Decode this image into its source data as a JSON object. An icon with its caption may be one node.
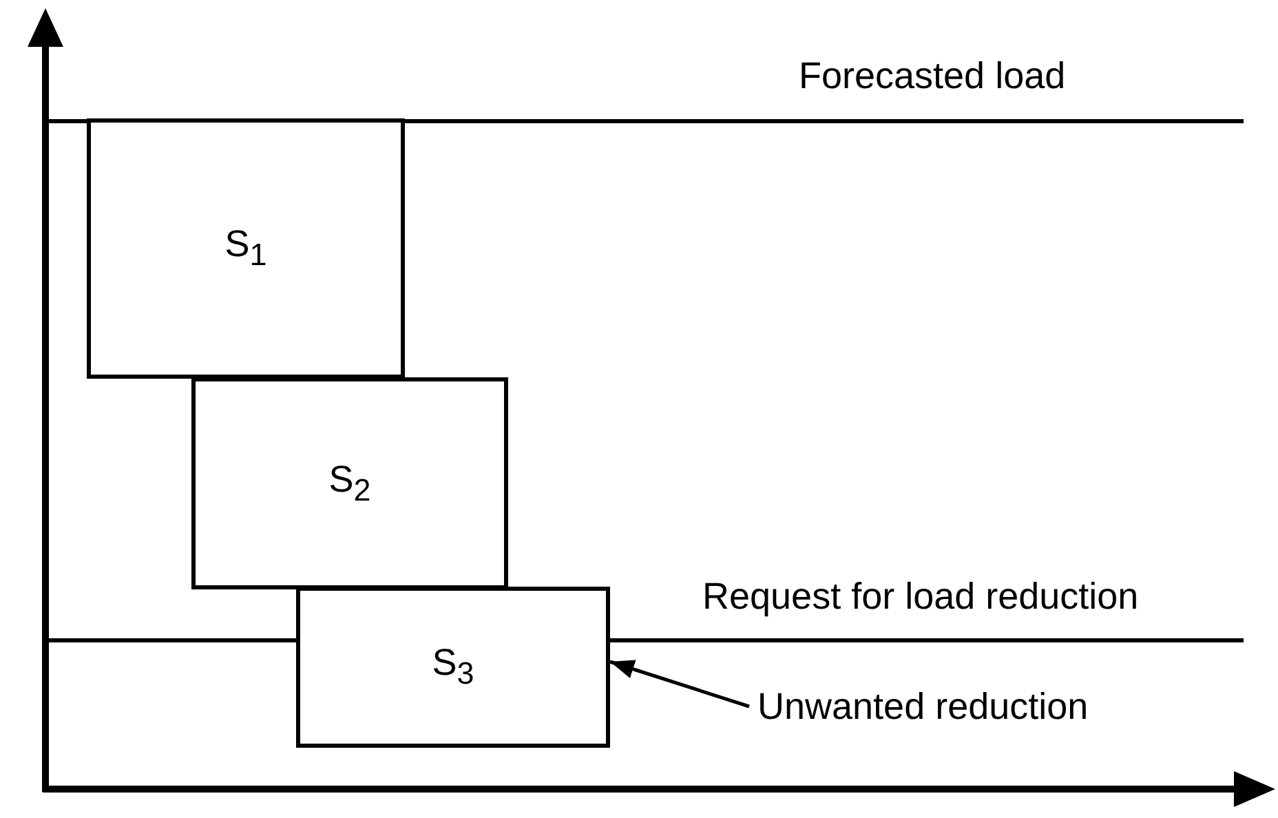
{
  "diagram": {
    "nodes": [
      {
        "text": [
          "S$_{1}$"
        ]
      },
      {
        "text": [
          "S$_{2}$"
        ]
      },
      {
        "text": [
          "S$_{3}$"
        ]
      },
      {
        "text": [
          "Unwanted reduction"
        ]
      }
    ],
    "edges": [
      {
        "from": 3,
        "to": 2,
        "arrow": "to"
      }
    ],
    "labels": [
      "Forecasted load",
      "Request for load reduction"
    ]
  }
}
